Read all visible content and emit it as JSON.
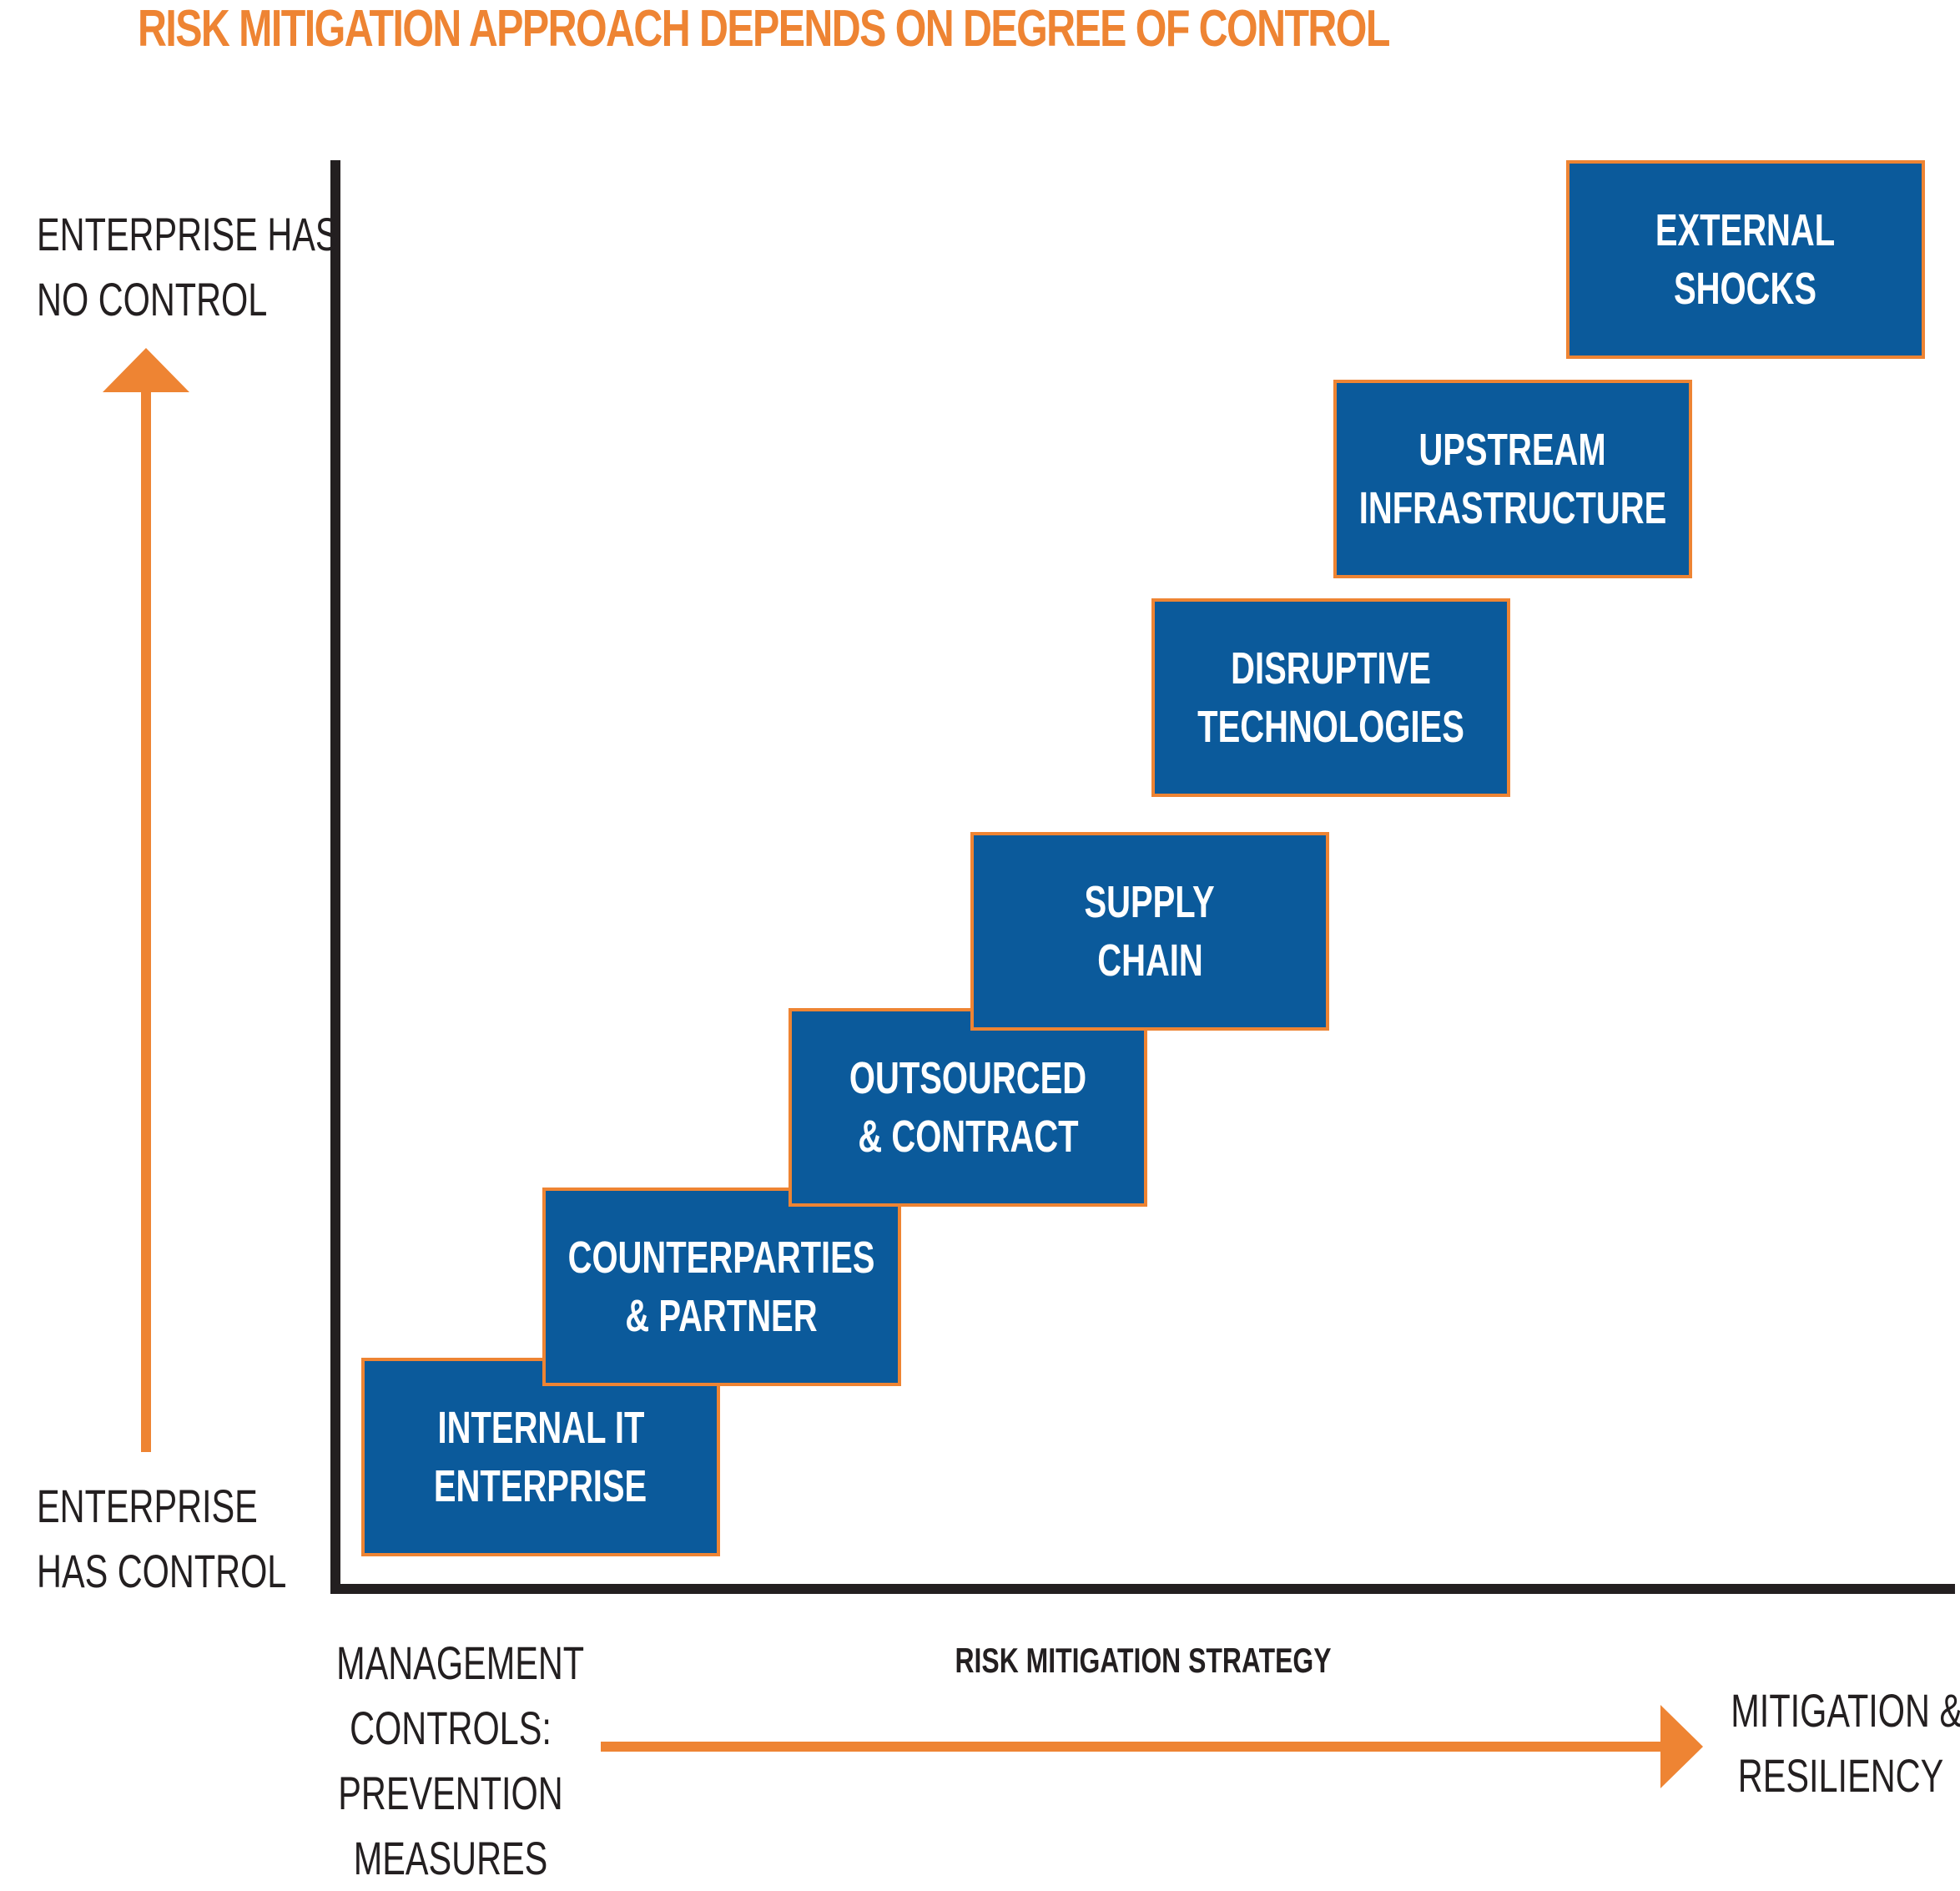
{
  "title": "RISK MITIGATION APPROACH DEPENDS ON DEGREE OF CONTROL",
  "y_axis": {
    "top_label": [
      "ENTERPRISE HAS",
      "NO CONTROL"
    ],
    "bottom_label": [
      "ENTERPRISE",
      "HAS CONTROL"
    ]
  },
  "x_axis": {
    "title": "RISK MITIGATION STRATEGY",
    "left_label": [
      "MANAGEMENT",
      "CONTROLS:",
      "PREVENTION",
      "MEASURES"
    ],
    "right_label": [
      "MITIGATION &",
      "RESILIENCY"
    ]
  },
  "steps": [
    {
      "lines": [
        "INTERNAL IT",
        "ENTERPRISE"
      ]
    },
    {
      "lines": [
        "COUNTERPARTIES",
        "& PARTNER"
      ]
    },
    {
      "lines": [
        "OUTSOURCED",
        "& CONTRACT"
      ]
    },
    {
      "lines": [
        "SUPPLY",
        "CHAIN"
      ]
    },
    {
      "lines": [
        "DISRUPTIVE",
        "TECHNOLOGIES"
      ]
    },
    {
      "lines": [
        "UPSTREAM",
        "INFRASTRUCTURE"
      ]
    },
    {
      "lines": [
        "EXTERNAL",
        "SHOCKS"
      ]
    }
  ],
  "colors": {
    "accent": "#EE8433",
    "box_fill": "#0B5A9B",
    "axis": "#231F20",
    "box_text": "#FFFFFF"
  }
}
